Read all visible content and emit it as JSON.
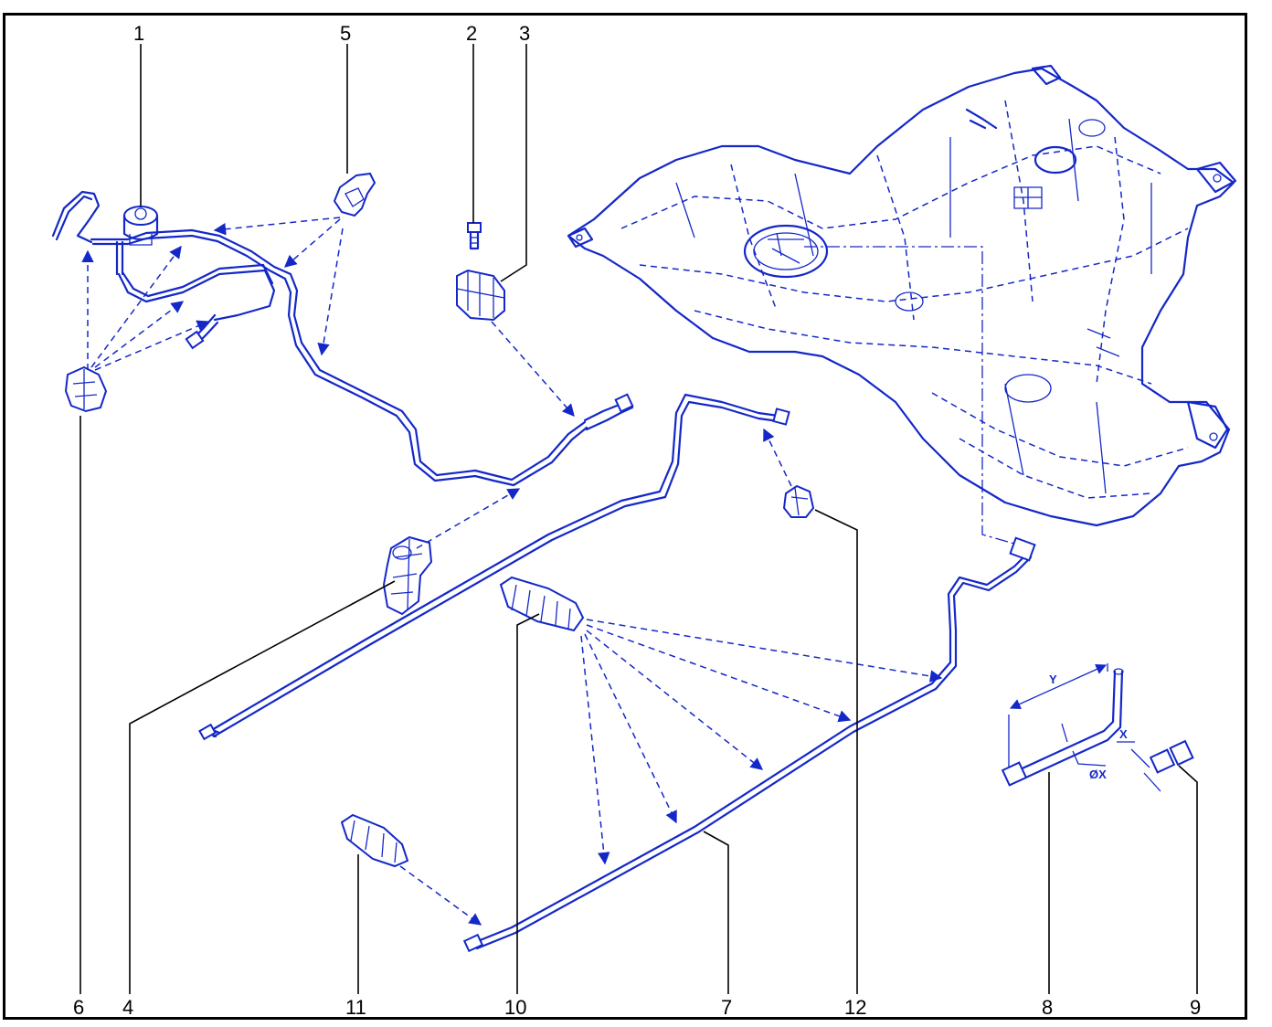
{
  "callouts": {
    "c1": "1",
    "c2": "2",
    "c3": "3",
    "c4": "4",
    "c5": "5",
    "c6": "6",
    "c7": "7",
    "c8": "8",
    "c9": "9",
    "c10": "10",
    "c11": "11",
    "c12": "12"
  },
  "dimensions": {
    "y": "Y",
    "x": "X",
    "diameter": "ØX"
  },
  "colors": {
    "line_art": "#1428c8",
    "callout_text": "#000000",
    "frame": "#000000",
    "background": "#ffffff"
  }
}
